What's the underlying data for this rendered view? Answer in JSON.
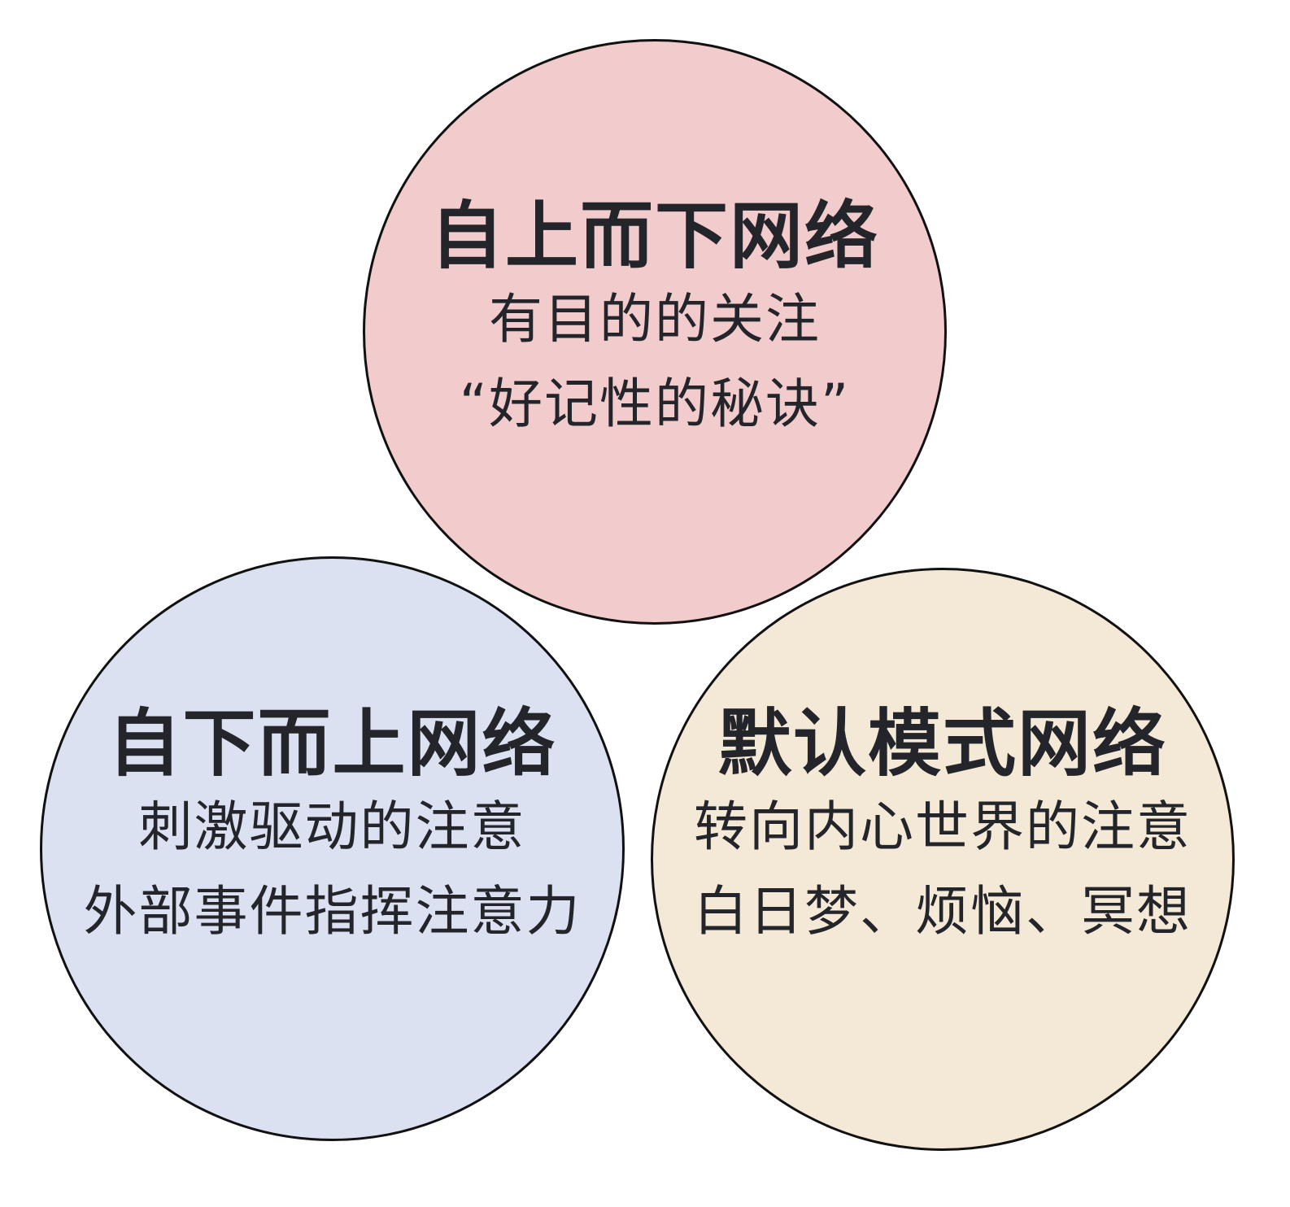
{
  "diagram": {
    "type": "three-circle concept diagram",
    "circles": [
      {
        "id": "top",
        "title": "自上而下网络",
        "lines": [
          "有目的的关注",
          "“好记性的秘诀”"
        ],
        "fill": "#f2cccc",
        "stroke": "#111111"
      },
      {
        "id": "left",
        "title": "自下而上网络",
        "lines": [
          "刺激驱动的注意",
          "外部事件指挥注意力"
        ],
        "fill": "#dbe1f1",
        "stroke": "#111111"
      },
      {
        "id": "right",
        "title": "默认模式网络",
        "lines": [
          "转向内心世界的注意",
          "白日梦、烦恼、冥想"
        ],
        "fill": "#f3e9d6",
        "stroke": "#111111"
      }
    ],
    "text_color": "#23252b",
    "background": "#ffffff"
  }
}
